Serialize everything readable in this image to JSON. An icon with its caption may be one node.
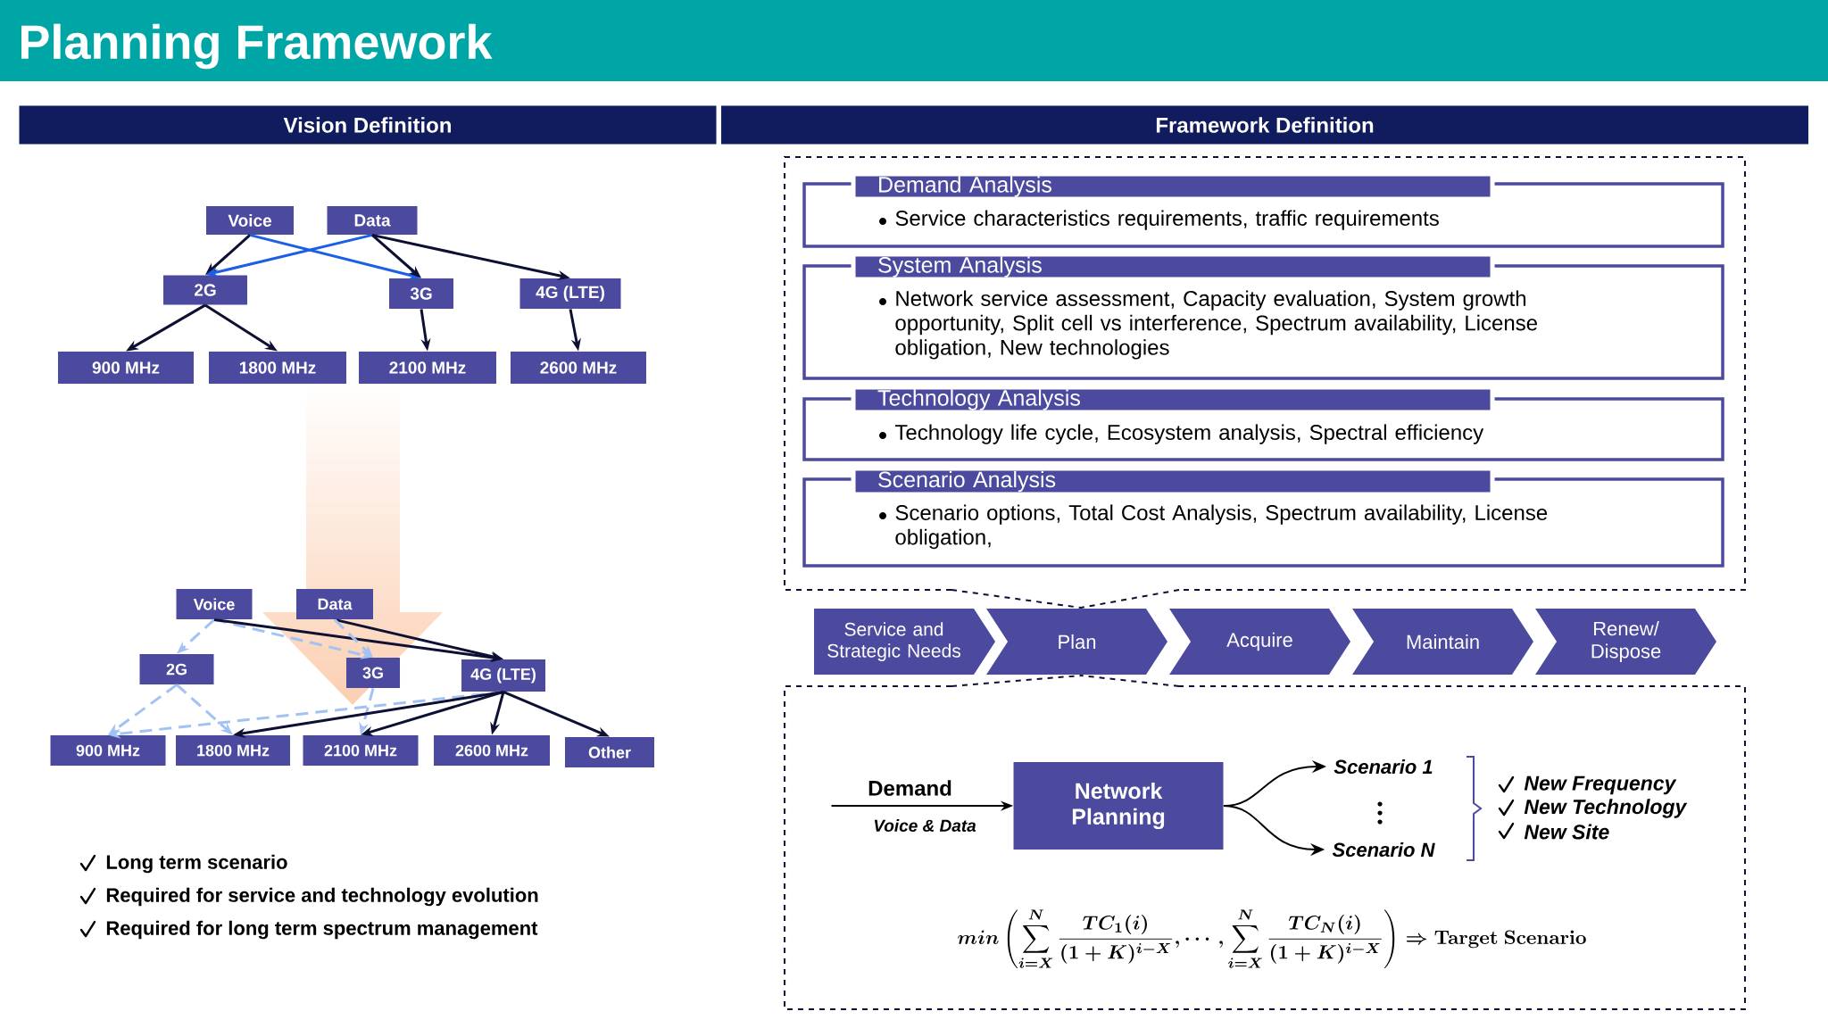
{
  "diagram": {
    "title": "Planning Framework",
    "nodes": [
      {
        "text": [
          "Vision Definition"
        ]
      },
      {
        "text": [
          "Framework Definition"
        ]
      },
      {
        "text": [
          "Voice"
        ]
      },
      {
        "text": [
          "Data"
        ]
      },
      {
        "text": [
          "2G"
        ]
      },
      {
        "text": [
          "3G"
        ]
      },
      {
        "text": [
          "4G (LTE)"
        ]
      },
      {
        "text": [
          "900 MHz"
        ]
      },
      {
        "text": [
          "1800 MHz"
        ]
      },
      {
        "text": [
          "2100 MHz"
        ]
      },
      {
        "text": [
          "2600 MHz"
        ]
      },
      {
        "text": [
          "Voice"
        ]
      },
      {
        "text": [
          "Data"
        ]
      },
      {
        "text": [
          "2G"
        ]
      },
      {
        "text": [
          "3G"
        ]
      },
      {
        "text": [
          "4G (LTE)"
        ]
      },
      {
        "text": [
          "900 MHz"
        ]
      },
      {
        "text": [
          "1800 MHz"
        ]
      },
      {
        "text": [
          "2100 MHz"
        ]
      },
      {
        "text": [
          "2600 MHz"
        ]
      },
      {
        "text": [
          "Other"
        ]
      },
      {
        "text": [
          "Demand Analysis",
          "Service characteristics  requirements, traffic requirements"
        ]
      },
      {
        "text": [
          "System Analysis",
          "Network service assessment, Capacity evaluation, System growth opportunity, Split cell vs interference, Spectrum availability, License obligation, New technologies"
        ]
      },
      {
        "text": [
          "Technology Analysis",
          "Technology life cycle, Ecosystem analysis, Spectral efficiency"
        ]
      },
      {
        "text": [
          "Scenario Analysis",
          "Scenario options, Total Cost Analysis,  Spectrum availability,  License obligation,"
        ]
      },
      {
        "text": [
          "Service and Strategic Needs"
        ]
      },
      {
        "text": [
          "Plan"
        ]
      },
      {
        "text": [
          "Acquire"
        ]
      },
      {
        "text": [
          "Maintain"
        ]
      },
      {
        "text": [
          "Renew/ Dispose"
        ]
      },
      {
        "text": [
          "Network Planning"
        ]
      },
      {
        "text": [
          "Scenario 1"
        ]
      },
      {
        "text": [
          "Scenario N"
        ]
      }
    ],
    "edges": [
      {
        "from": 2,
        "to": 4,
        "arrow": "to"
      },
      {
        "from": 2,
        "to": 5,
        "arrow": "to",
        "color": "#1a5fe6"
      },
      {
        "from": 3,
        "to": 4,
        "arrow": "to",
        "color": "#1a5fe6"
      },
      {
        "from": 3,
        "to": 5,
        "arrow": "to"
      },
      {
        "from": 3,
        "to": 6,
        "arrow": "to"
      },
      {
        "from": 4,
        "to": 7,
        "arrow": "to"
      },
      {
        "from": 4,
        "to": 8,
        "arrow": "to"
      },
      {
        "from": 5,
        "to": 9,
        "arrow": "to"
      },
      {
        "from": 6,
        "to": 10,
        "arrow": "to"
      },
      {
        "from": 11,
        "to": 13,
        "arrow": "to",
        "style": "dashed",
        "color": "#a3c2f4"
      },
      {
        "from": 11,
        "to": 14,
        "arrow": "to",
        "style": "dashed",
        "color": "#a3c2f4"
      },
      {
        "from": 11,
        "to": 15,
        "arrow": "to"
      },
      {
        "from": 12,
        "to": 15,
        "arrow": "to"
      },
      {
        "from": 12,
        "to": 14,
        "arrow": "to",
        "style": "dashed",
        "color": "#a3c2f4"
      },
      {
        "from": 13,
        "to": 16,
        "arrow": "to",
        "style": "dashed",
        "color": "#a3c2f4"
      },
      {
        "from": 13,
        "to": 17,
        "arrow": "to",
        "style": "dashed",
        "color": "#a3c2f4"
      },
      {
        "from": 14,
        "to": 18,
        "arrow": "to",
        "style": "dashed",
        "color": "#a3c2f4"
      },
      {
        "from": 15,
        "to": 16,
        "arrow": "to",
        "style": "dashed",
        "color": "#a3c2f4"
      },
      {
        "from": 15,
        "to": 17,
        "arrow": "to"
      },
      {
        "from": 15,
        "to": 18,
        "arrow": "to"
      },
      {
        "from": 15,
        "to": 19,
        "arrow": "to"
      },
      {
        "from": 15,
        "to": 20,
        "arrow": "to"
      },
      {
        "from": null,
        "to": 30,
        "arrow": "to",
        "label": "Demand"
      },
      {
        "from": 30,
        "to": 31,
        "arrow": "to"
      },
      {
        "from": 30,
        "to": 32,
        "arrow": "to"
      }
    ],
    "labels": [
      "Voice & Data",
      "New Frequency",
      "New Technology",
      "New Site",
      "Long term scenario",
      "Required for service and technology evolution",
      "Required for long term spectrum management",
      "min\\left(\\sum_{i=X}^{N}\\frac{TC_{1}(i)}{(1+K)^{i-X}},\\cdots,\\sum_{i=X}^{N}\\frac{TC_{N}(i)}{(1+K)^{i-X}}\\right)\\Rightarrow\\mathbf{Target\\ Scenario}"
    ]
  }
}
